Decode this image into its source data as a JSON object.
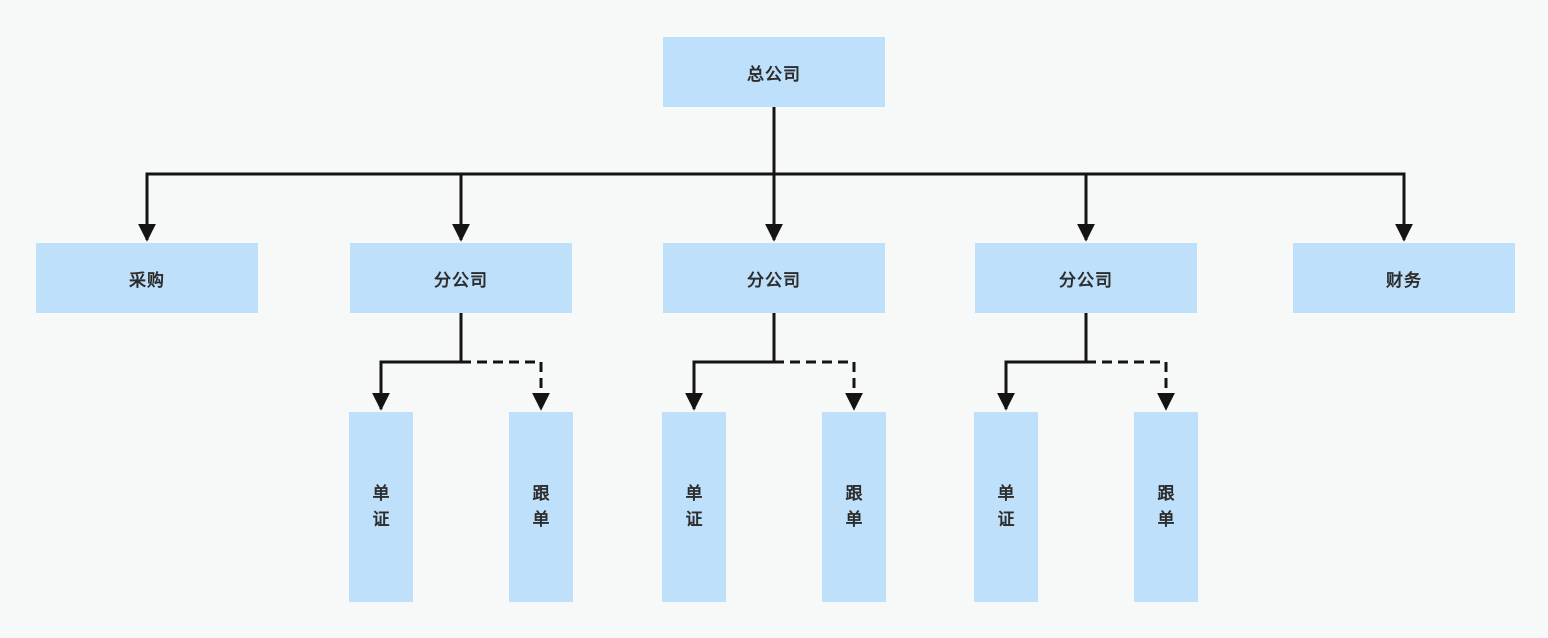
{
  "canvas": {
    "background_color": "#f7f8f8",
    "node_fill_color": "#bee0fb",
    "node_text_color": "#2d2d2d",
    "connector_color": "#141414"
  },
  "org_chart": {
    "root": {
      "label": "总公司"
    },
    "level2": [
      {
        "label": "采购"
      },
      {
        "label": "分公司"
      },
      {
        "label": "分公司"
      },
      {
        "label": "分公司"
      },
      {
        "label": "财务"
      }
    ],
    "level3_groups": [
      {
        "parent": "分公司",
        "solid_child": {
          "label": "单证"
        },
        "dashed_child": {
          "label": "跟单"
        }
      },
      {
        "parent": "分公司",
        "solid_child": {
          "label": "单证"
        },
        "dashed_child": {
          "label": "跟单"
        }
      },
      {
        "parent": "分公司",
        "solid_child": {
          "label": "单证"
        },
        "dashed_child": {
          "label": "跟单"
        }
      }
    ],
    "edges": [
      {
        "from": "总公司",
        "to": "采购",
        "style": "solid",
        "arrow": true
      },
      {
        "from": "总公司",
        "to": "分公司",
        "style": "solid",
        "arrow": true
      },
      {
        "from": "总公司",
        "to": "分公司",
        "style": "solid",
        "arrow": true
      },
      {
        "from": "总公司",
        "to": "分公司",
        "style": "solid",
        "arrow": true
      },
      {
        "from": "总公司",
        "to": "财务",
        "style": "solid",
        "arrow": true
      },
      {
        "from": "分公司",
        "to": "单证",
        "style": "solid",
        "arrow": true
      },
      {
        "from": "分公司",
        "to": "跟单",
        "style": "dashed",
        "arrow": true
      }
    ]
  }
}
